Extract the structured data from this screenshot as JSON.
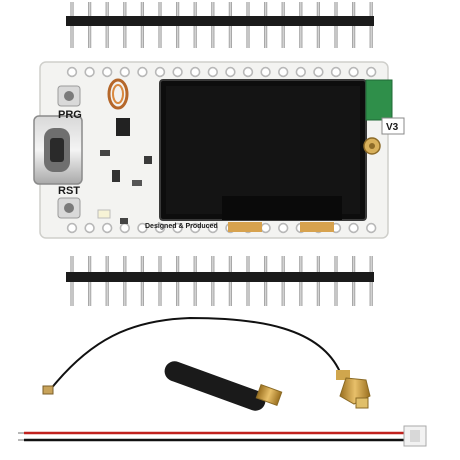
{
  "board": {
    "prg_label": "PRG",
    "rst_label": "RST",
    "version_label": "V3",
    "credit_text": "Designed & Produced"
  },
  "header_pins": {
    "top_count": 18,
    "bottom_count": 18
  },
  "colors": {
    "pcb": "#f3f3f1",
    "header_plastic": "#1b1b1b",
    "pin_metal": "#b8b8b8",
    "screen": "#0d0d0d",
    "gold": "#c89a3a",
    "antenna_chip": "#2f8f4a",
    "wire_red": "#c0211d",
    "wire_black": "#111111"
  }
}
